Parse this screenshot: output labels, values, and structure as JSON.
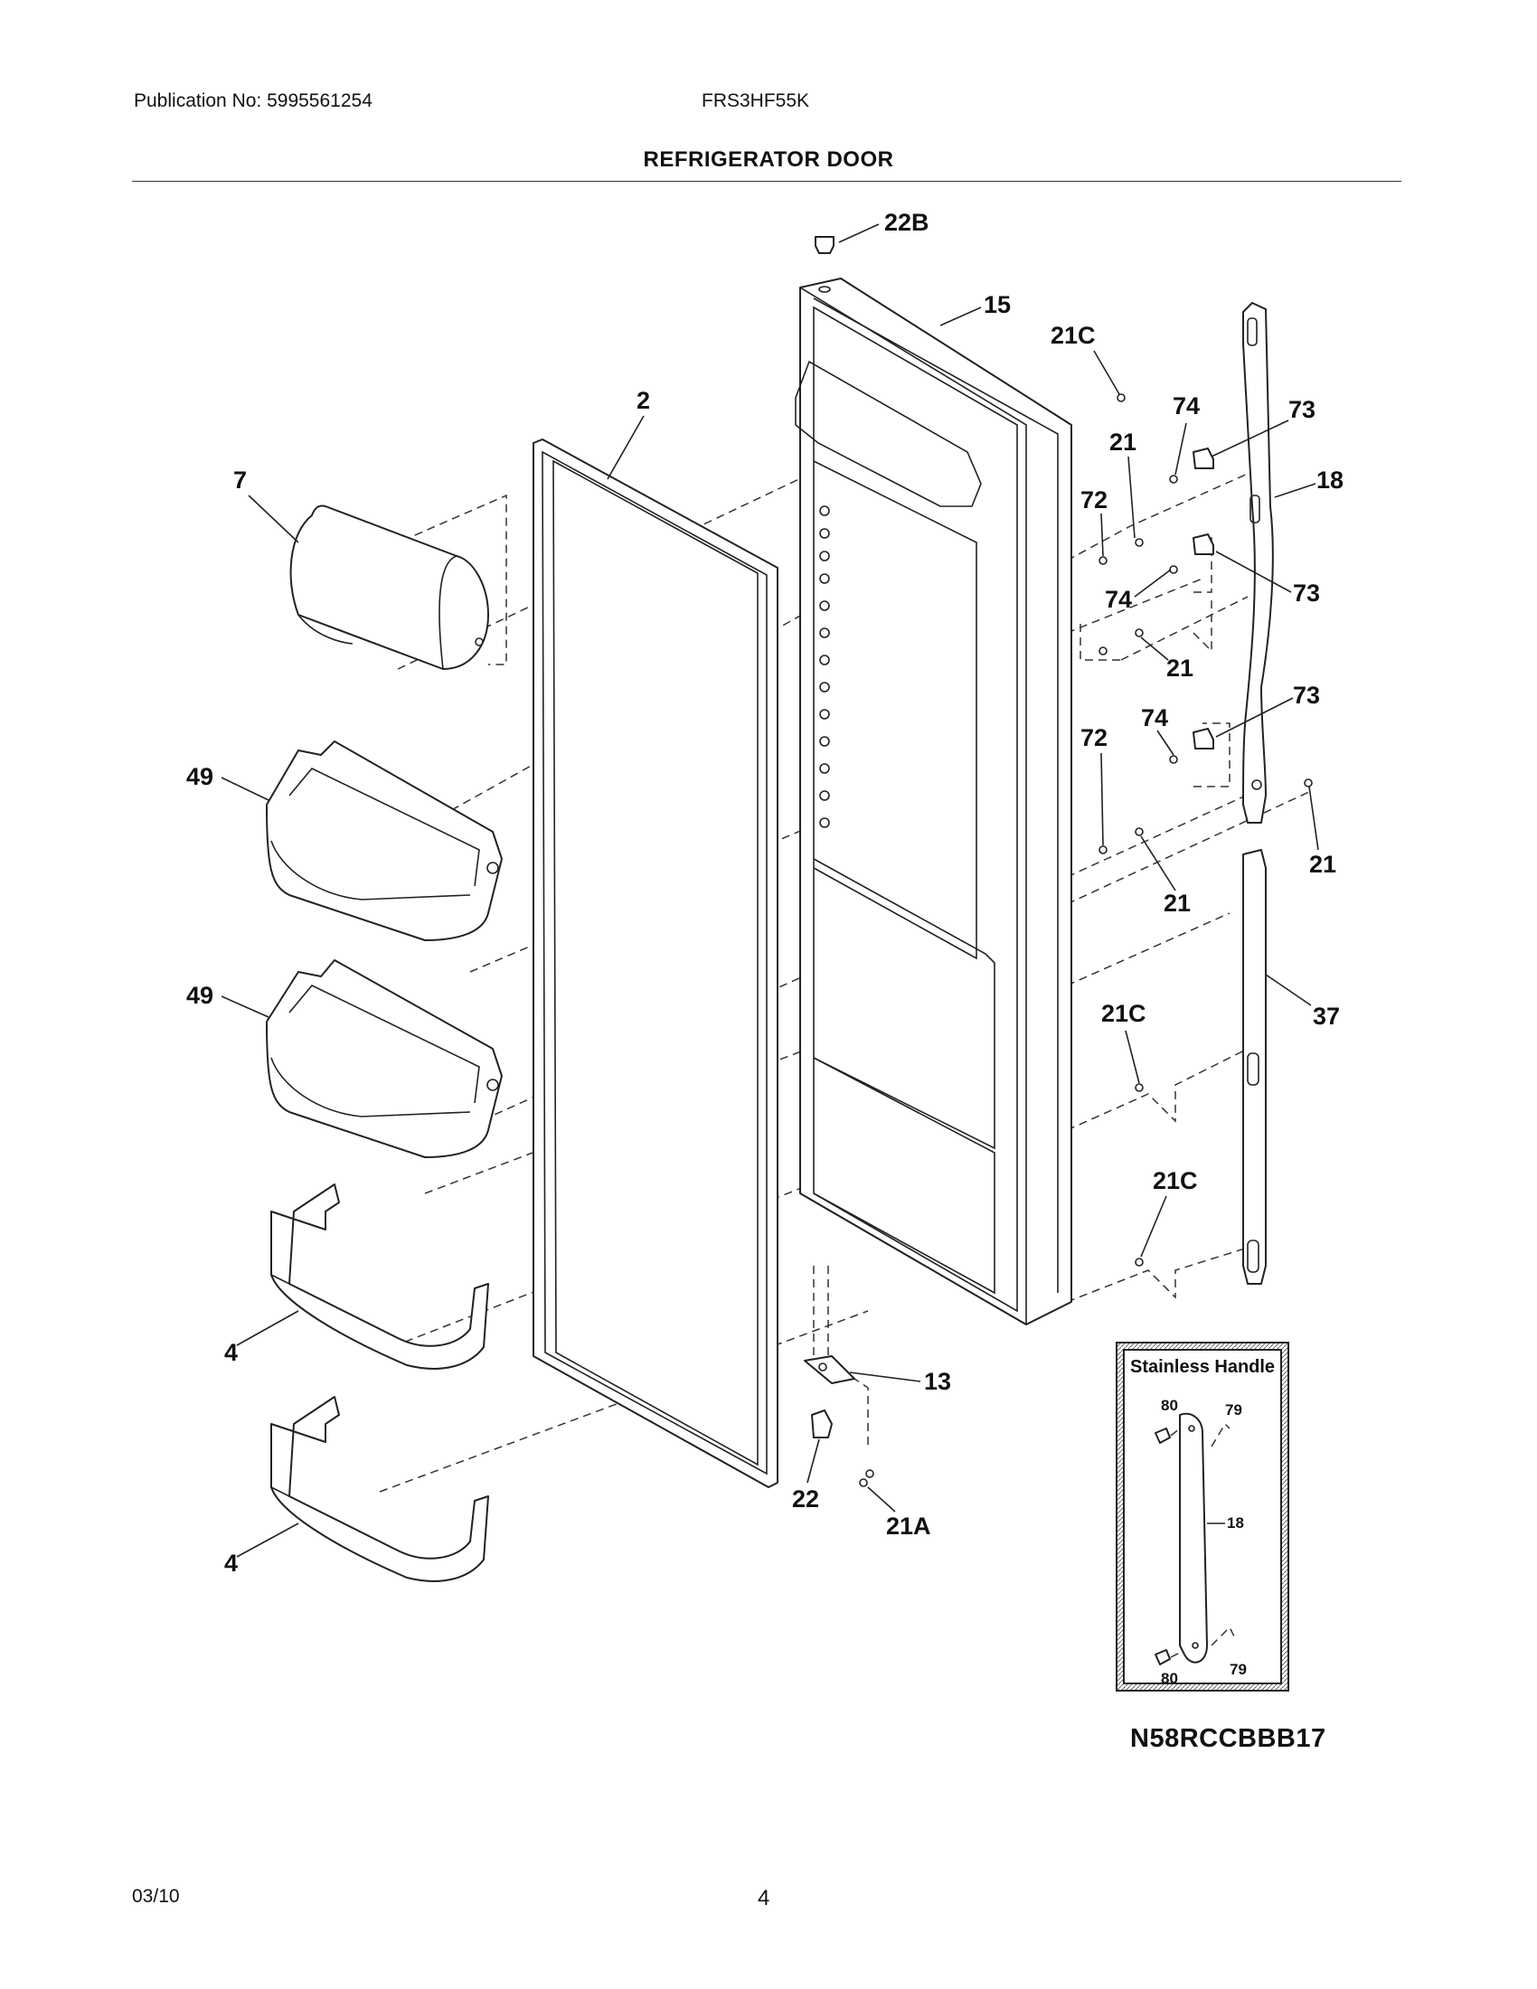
{
  "header": {
    "publication": "Publication No: 5995561254",
    "model": "FRS3HF55K",
    "section_title": "REFRIGERATOR DOOR"
  },
  "footer": {
    "date": "03/10",
    "page": "4"
  },
  "diagram_code": "N58RCCBBB17",
  "callouts": {
    "c22b": "22B",
    "c15": "15",
    "c21c_top": "21C",
    "c2": "2",
    "c7": "7",
    "c74_a": "74",
    "c73_a": "73",
    "c21_a": "21",
    "c18": "18",
    "c72_a": "72",
    "c74_b": "74",
    "c73_b": "73",
    "c21_b": "21",
    "c49_a": "49",
    "c72_b": "72",
    "c74_c": "74",
    "c73_c": "73",
    "c21_c": "21",
    "c21_d": "21",
    "c49_b": "49",
    "c21c_mid": "21C",
    "c37": "37",
    "c21c_low": "21C",
    "c4_a": "4",
    "c13": "13",
    "c22": "22",
    "c21a": "21A",
    "c4_b": "4"
  },
  "inset": {
    "title": "Stainless Handle",
    "l80_top": "80",
    "l79_top": "79",
    "l18": "18",
    "l80_bottom": "80",
    "l79_bottom": "79"
  }
}
